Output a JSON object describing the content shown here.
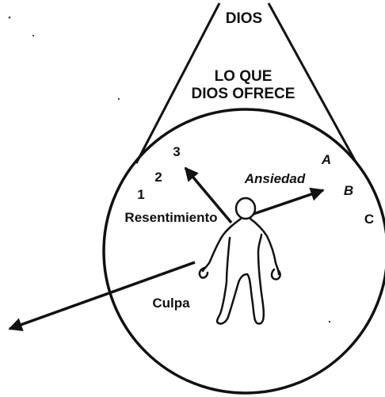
{
  "top_label": "DIOS",
  "cone_text": {
    "line1": "LO QUE",
    "line2": "DIOS OFRECE"
  },
  "numbers": [
    "1",
    "2",
    "3"
  ],
  "letters": [
    "A",
    "B",
    "C"
  ],
  "forces": {
    "resentment": "Resentimiento",
    "anxiety": "Ansiedad",
    "guilt": "Culpa"
  },
  "colors": {
    "ink": "#111111",
    "background": "#ffffff"
  }
}
